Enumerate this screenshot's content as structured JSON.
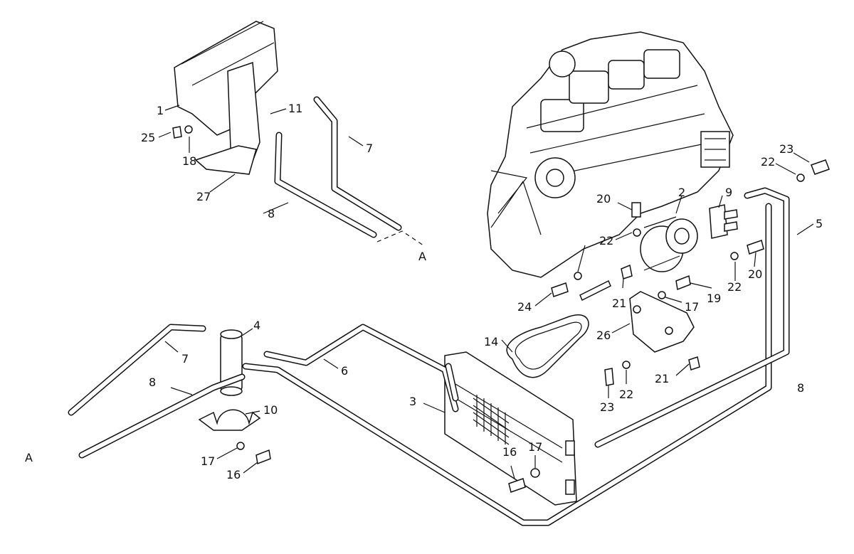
{
  "callouts": [
    {
      "text": "1"
    },
    {
      "text": "11"
    },
    {
      "text": "7"
    },
    {
      "text": "25"
    },
    {
      "text": "18"
    },
    {
      "text": "27"
    },
    {
      "text": "8"
    },
    {
      "text": "A"
    },
    {
      "text": "23"
    },
    {
      "text": "22"
    },
    {
      "text": "2"
    },
    {
      "text": "9"
    },
    {
      "text": "20"
    },
    {
      "text": "5"
    },
    {
      "text": "22"
    },
    {
      "text": "22"
    },
    {
      "text": "20"
    },
    {
      "text": "24"
    },
    {
      "text": "21"
    },
    {
      "text": "17"
    },
    {
      "text": "19"
    },
    {
      "text": "4"
    },
    {
      "text": "7"
    },
    {
      "text": "14"
    },
    {
      "text": "26"
    },
    {
      "text": "8"
    },
    {
      "text": "6"
    },
    {
      "text": "21"
    },
    {
      "text": "3"
    },
    {
      "text": "10"
    },
    {
      "text": "22"
    },
    {
      "text": "8"
    },
    {
      "text": "23"
    },
    {
      "text": "A"
    },
    {
      "text": "17"
    },
    {
      "text": "16"
    },
    {
      "text": "17"
    },
    {
      "text": "16"
    }
  ]
}
